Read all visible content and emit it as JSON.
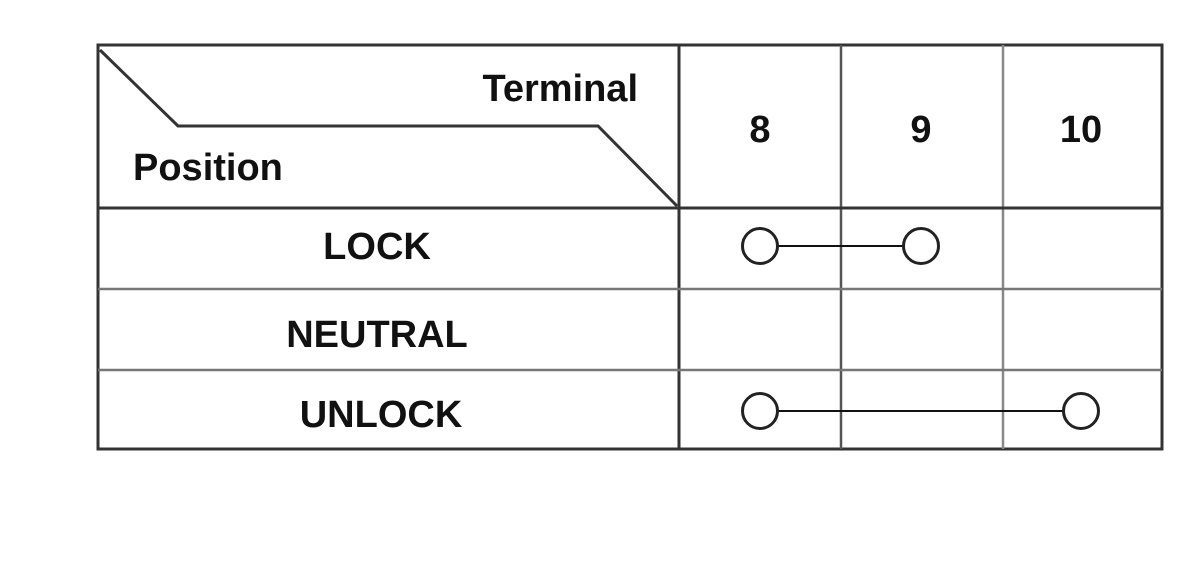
{
  "header": {
    "terminal_label": "Terminal",
    "position_label": "Position"
  },
  "terminals": [
    "8",
    "9",
    "10"
  ],
  "positions": [
    {
      "label": "LOCK",
      "connected_terminals": [
        "8",
        "9"
      ]
    },
    {
      "label": "NEUTRAL",
      "connected_terminals": []
    },
    {
      "label": "UNLOCK",
      "connected_terminals": [
        "8",
        "10"
      ]
    }
  ],
  "colors": {
    "line": "#333333",
    "text": "#111111",
    "background": "#ffffff"
  }
}
